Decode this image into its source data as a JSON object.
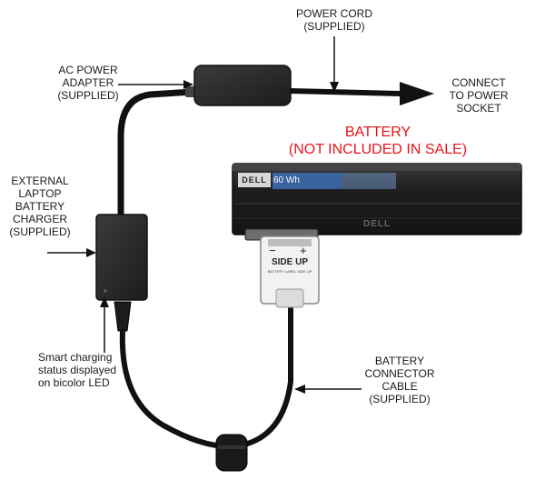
{
  "labels": {
    "power_cord": [
      "POWER CORD",
      "(SUPPLIED)"
    ],
    "ac_adapter": [
      "AC POWER",
      "ADAPTER",
      "(SUPPLIED)"
    ],
    "connect_socket": [
      "CONNECT",
      "TO POWER",
      "SOCKET"
    ],
    "battery_title": [
      "BATTERY",
      "(NOT INCLUDED IN SALE)"
    ],
    "external_charger": [
      "EXTERNAL",
      "LAPTOP",
      "BATTERY",
      "CHARGER",
      "(SUPPLIED)"
    ],
    "smart_charging": [
      "Smart charging",
      "status displayed",
      "on bicolor LED"
    ],
    "connector_cable": [
      "BATTERY",
      "CONNECTOR",
      "CABLE",
      "(SUPPLIED)"
    ]
  },
  "battery": {
    "brand": "DELL",
    "capacity": "60 Wh"
  },
  "connector": {
    "minus": "−",
    "plus": "+",
    "side_up": "SIDE UP",
    "side_up_note": "BATTERY LABEL SIDE UP"
  },
  "colors": {
    "label_text": "#1a1a1a",
    "battery_title": "#e8141b",
    "device_body": "#2a2a2a",
    "cable": "#111111",
    "battery_label": "#3c6fb5"
  }
}
